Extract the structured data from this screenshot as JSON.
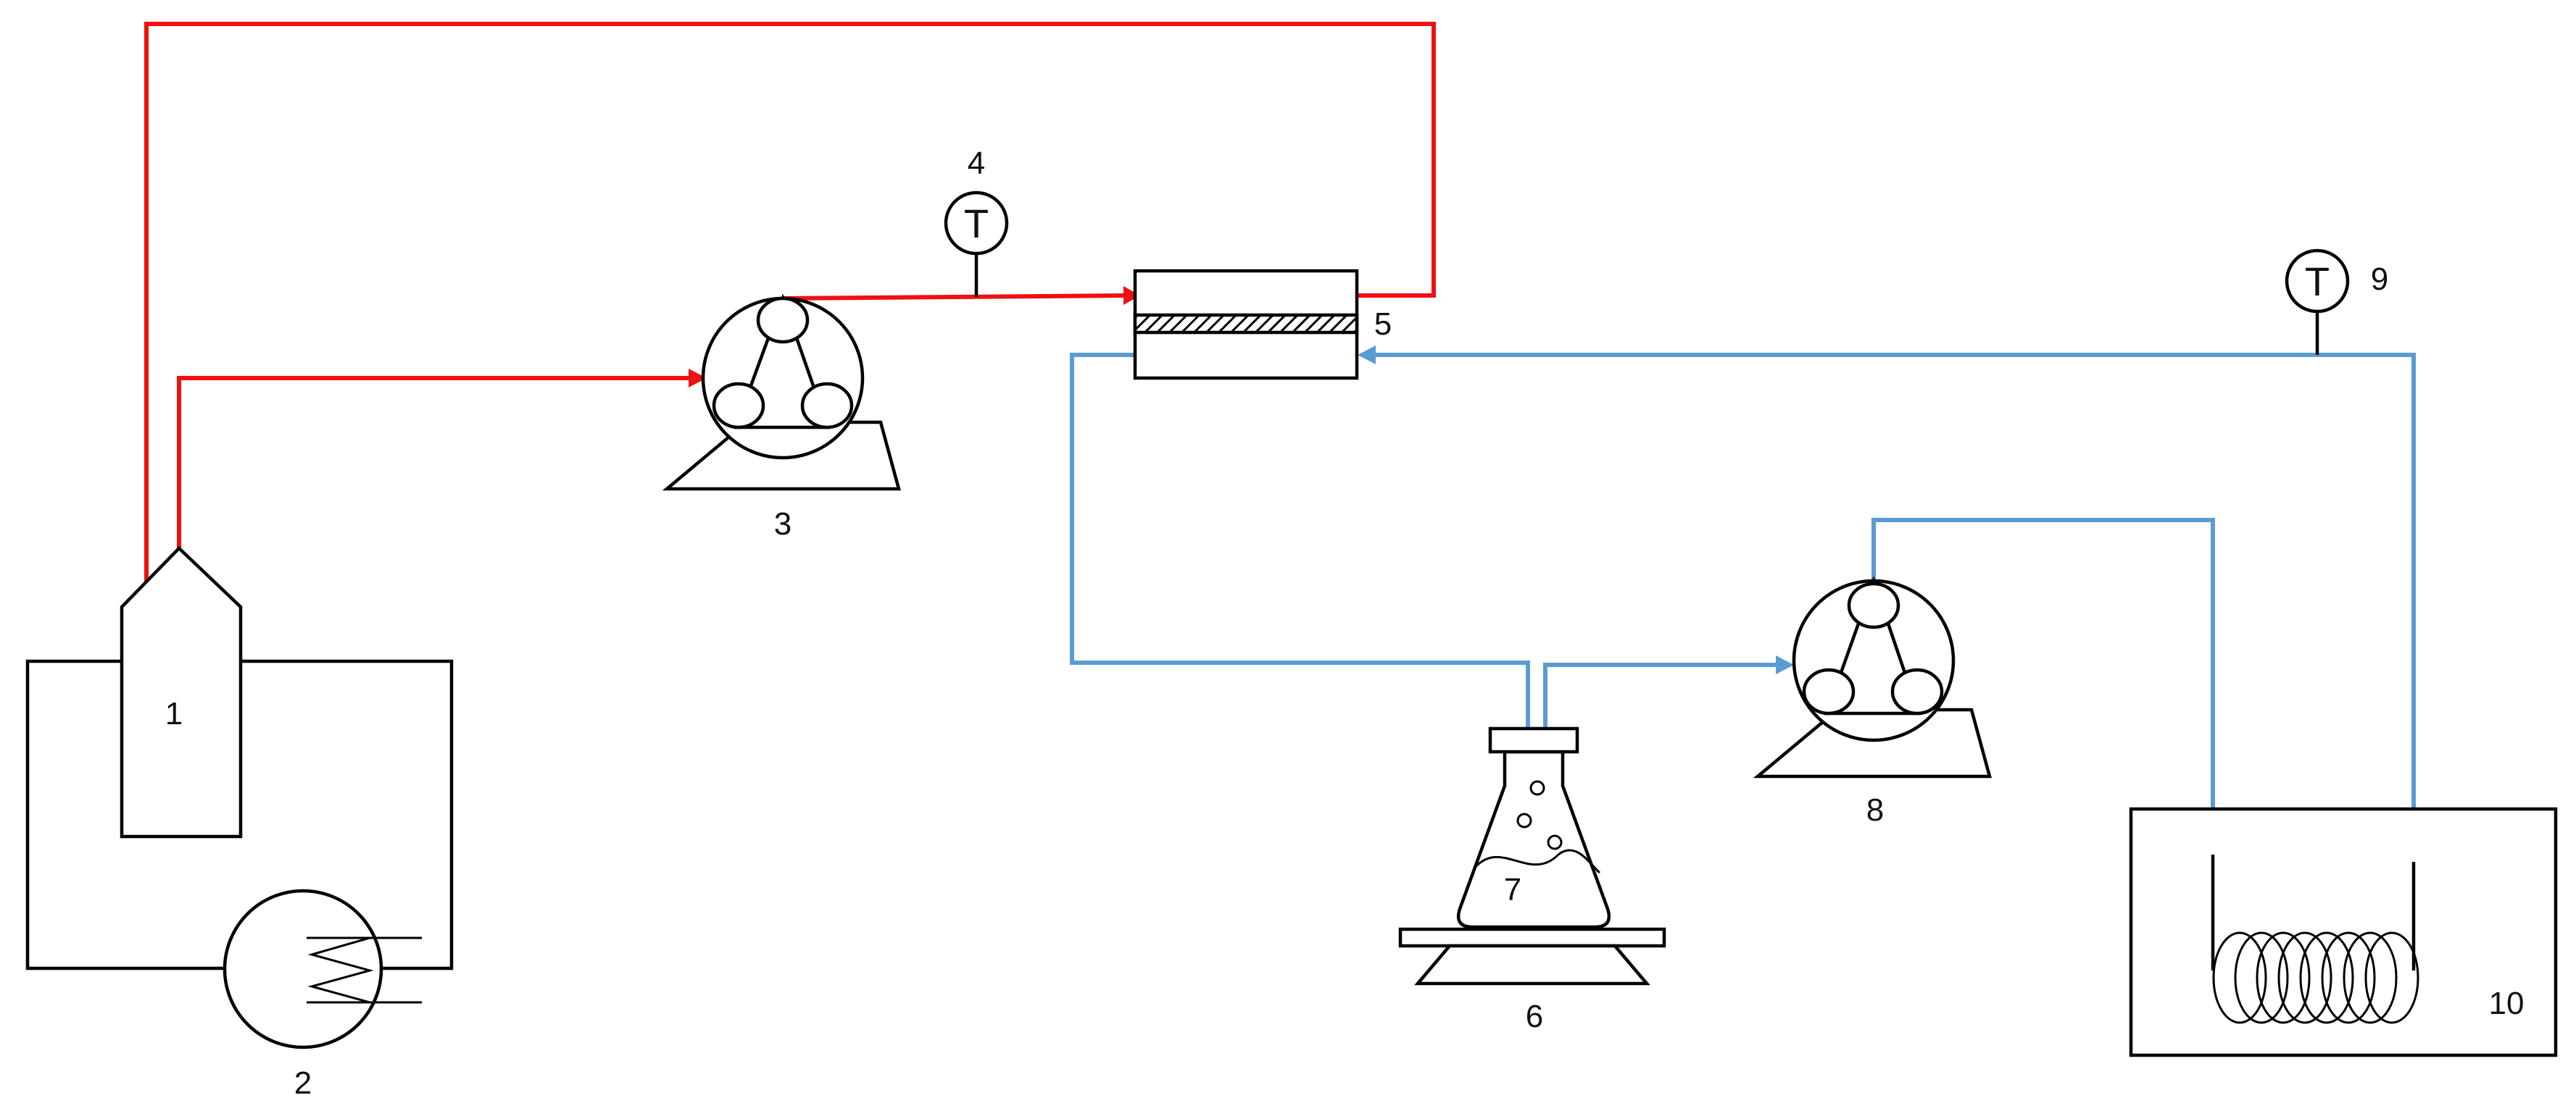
{
  "colors": {
    "hot_loop": "#ee1111",
    "cold_loop": "#5b9bd5",
    "outline": "#000000"
  },
  "labels": {
    "vessel": "1",
    "heater": "2",
    "pump_hot": "3",
    "temp_hot": "4",
    "membrane_module": "5",
    "stirrer": "6",
    "flask": "7",
    "pump_cold": "8",
    "temp_cold": "9",
    "cooling_bath": "10"
  },
  "sensor_symbol": "T",
  "icons": [
    "peristaltic-pump-icon",
    "thermometer-icon",
    "heater-coil-icon",
    "erlenmeyer-flask-icon",
    "cooling-coil-icon",
    "membrane-module-icon"
  ]
}
